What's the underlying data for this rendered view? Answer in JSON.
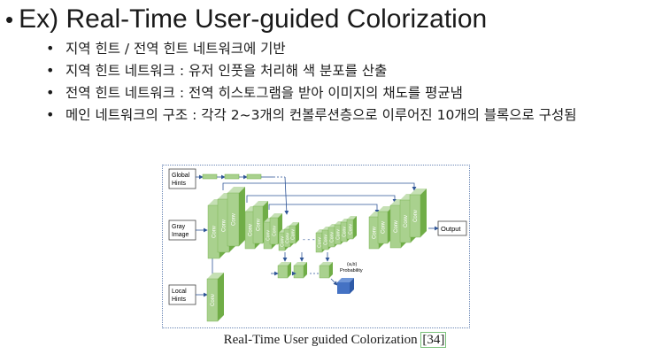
{
  "slide": {
    "title": "Ex) Real-Time User-guided Colorization",
    "bullets": [
      "지역 힌트 / 전역 힌트 네트워크에 기반",
      "지역 힌트 네트워크 : 유저 인풋을 처리해 색 분포를 산출",
      "전역 힌트 네트워크 : 전역 히스토그램을 받아 이미지의 채도를 평균냄",
      "메인 네트워크의 구조 : 각각 2~3개의 컨볼루션층으로 이루어진 10개의 블록으로 구성됨"
    ]
  },
  "diagram": {
    "inputs": {
      "global_hints": [
        "Global",
        "Hints"
      ],
      "gray_image": [
        "Gray",
        "Image"
      ],
      "local_hints": [
        "Local",
        "Hints"
      ]
    },
    "output_label": "Output",
    "conv_label": "Conv",
    "prob_label": [
      "(a,b)",
      "Probability"
    ],
    "colors": {
      "block": "#a9d18e",
      "block_side": "#70ad47",
      "block_top": "#c5e0b4",
      "arrow": "#2f5597",
      "prob": "#4472c4"
    }
  },
  "caption": {
    "text": "Real-Time User guided Colorization ",
    "ref": "[34]"
  }
}
